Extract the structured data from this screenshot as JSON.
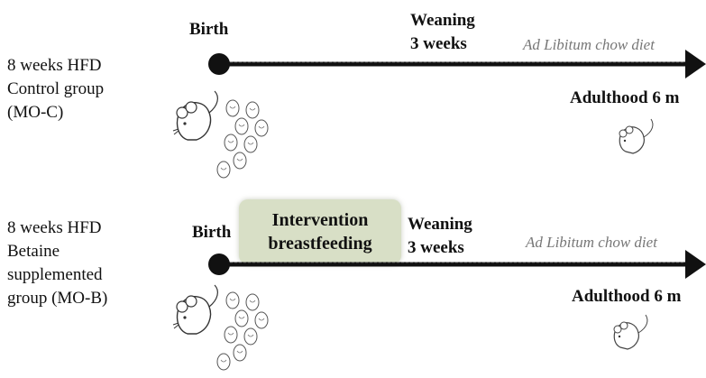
{
  "timelines": [
    {
      "group_label_lines": [
        "8 weeks HFD",
        "Control group",
        "(MO-C)"
      ],
      "birth_label": "Birth",
      "weaning_label_lines": [
        "Weaning",
        "3 weeks"
      ],
      "diet_label": "Ad Libitum chow diet",
      "adulthood_label": "Adulthood 6 m"
    },
    {
      "group_label_lines": [
        "8 weeks HFD",
        "Betaine",
        "supplemented",
        "group (MO-B)"
      ],
      "birth_label": "Birth",
      "intervention_label_lines": [
        "Intervention",
        "breastfeeding"
      ],
      "weaning_label_lines": [
        "Weaning",
        "3 weeks"
      ],
      "diet_label": "Ad Libitum chow diet",
      "adulthood_label": "Adulthood 6 m"
    }
  ],
  "colors": {
    "arrow": "#111111",
    "intervention_box": "#d8dfc6",
    "diet_text": "#777777"
  }
}
